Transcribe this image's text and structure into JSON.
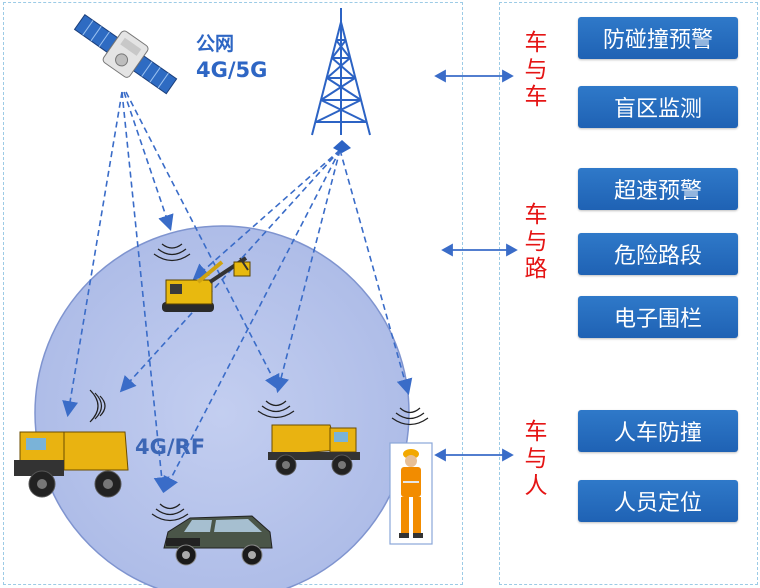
{
  "network": {
    "public_line1": "公网",
    "public_line2": "4G/5G",
    "local": "4G/RF"
  },
  "groups": [
    {
      "chars": [
        "车",
        "与",
        "车"
      ],
      "features": [
        "防碰撞预警",
        "盲区监测"
      ]
    },
    {
      "chars": [
        "车",
        "与",
        "路"
      ],
      "features": [
        "超速预警",
        "危险路段",
        "电子围栏"
      ]
    },
    {
      "chars": [
        "车",
        "与",
        "人"
      ],
      "features": [
        "人车防撞",
        "人员定位"
      ]
    }
  ],
  "colors": {
    "feature_button": "#2368bb",
    "group_label": "#e51515",
    "network_label": "#2e66c4",
    "coverage_circle": "#b4c2ea",
    "signal_link": "#3a6cc8",
    "panel_border": "#9ccbe6"
  },
  "icons": [
    "satellite-icon",
    "cell-tower-icon",
    "excavator-icon",
    "mining-truck-icon",
    "dump-truck-icon",
    "suv-icon",
    "worker-icon",
    "signal-wave-icon",
    "double-arrow-icon"
  ]
}
